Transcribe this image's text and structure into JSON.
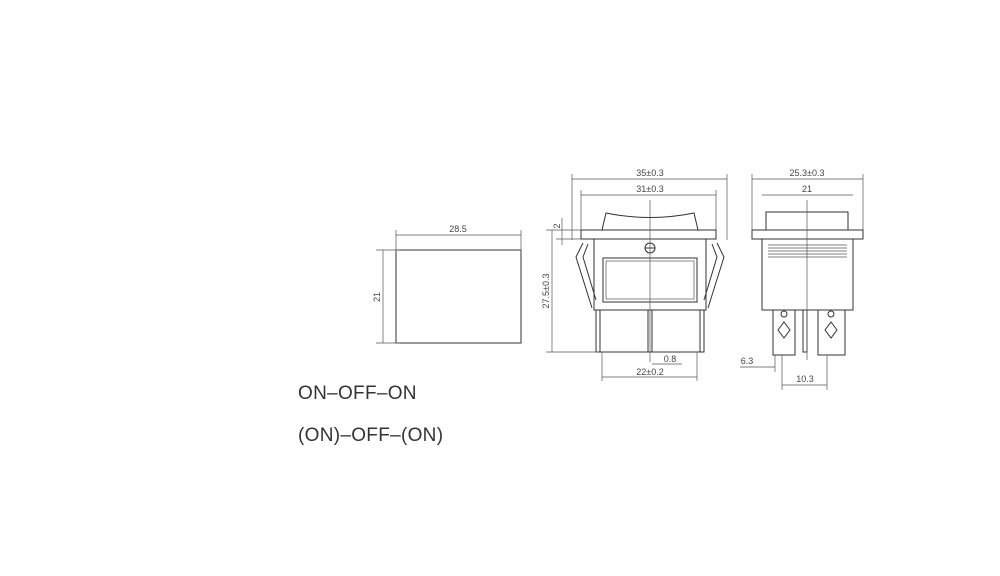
{
  "drawing": {
    "cutout": {
      "width_label": "28.5",
      "height_label": "21"
    },
    "front_view": {
      "overall_width": "35±0.3",
      "flange_inner_width": "31±0.3",
      "flange_thickness": "2",
      "height": "27.5±0.3",
      "terminal_span": "22±0.2",
      "terminal_thickness": "0.8"
    },
    "side_view": {
      "overall_width": "25.3±0.3",
      "body_width": "21",
      "terminal_width": "6.3",
      "terminal_pitch": "10.3"
    }
  },
  "modes": [
    "ON–OFF–ON",
    "(ON)–OFF–(ON)"
  ],
  "colors": {
    "line": "#333333",
    "background": "#ffffff"
  }
}
